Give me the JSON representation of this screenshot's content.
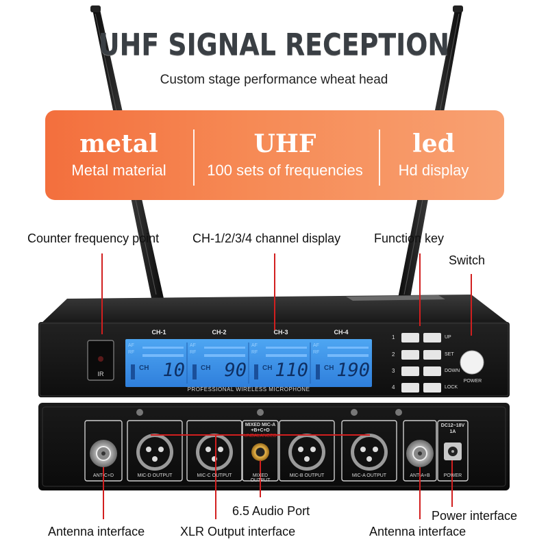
{
  "header": {
    "title": "UHF SIGNAL RECEPTION",
    "subtitle": "Custom stage performance wheat head"
  },
  "features": [
    {
      "title": "metal",
      "desc": "Metal material"
    },
    {
      "title": "UHF",
      "desc": "100 sets of frequencies"
    },
    {
      "title": "led",
      "desc": "Hd display"
    }
  ],
  "callouts": {
    "counter_frequency": "Counter frequency point",
    "channel_display": "CH-1/2/3/4 channel display",
    "function_key": "Function key",
    "switch": "Switch",
    "audio_port": "6.5 Audio Port",
    "power_interface": "Power interface",
    "antenna_left": "Antenna interface",
    "xlr_output": "XLR Output interface",
    "antenna_right": "Antenna interface"
  },
  "device": {
    "channels": [
      "CH-1",
      "CH-2",
      "CH-3",
      "CH-4"
    ],
    "channel_values": [
      "10",
      "90",
      "110",
      "190"
    ],
    "lcd_ch": "CH",
    "lcd_af": "AF",
    "lcd_rf": "RF",
    "product_name": "PROFESSIONAL WIRELESS MICROPHONE",
    "ir_label": "IR",
    "key_numbers": [
      "1",
      "2",
      "3",
      "4"
    ],
    "key_labels": [
      "UP",
      "SET",
      "DOWN",
      "LOCK"
    ],
    "power_label": "POWER",
    "rear_labels": {
      "ant_cd": "ANT-C+D",
      "mic_d": "MIC-D OUTPUT",
      "mic_c": "MIC-C OUTPUT",
      "mixed": "MIXED OUTPUT",
      "mixed_top": "MIXED MIC-A",
      "mixed_top2": "+B+C+D",
      "unbalanced": "UNBALANCED",
      "mic_b": "MIC-B OUTPUT",
      "mic_a": "MIC-A OUTPUT",
      "ant_ab": "ANT-A+B",
      "dc_spec": "DC12~18V",
      "dc_amp": "1A",
      "power": "POWER"
    }
  },
  "colors": {
    "banner_start": "#f36f3d",
    "banner_end": "#f8a172",
    "callout_line": "#d21f1f",
    "lcd": "#3d8fe6"
  }
}
